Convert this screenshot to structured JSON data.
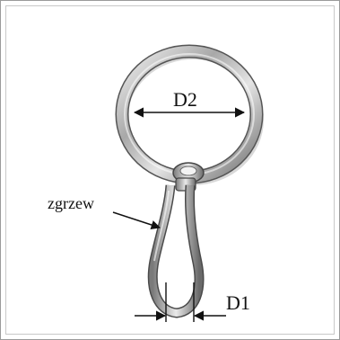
{
  "labels": {
    "d2": "D2",
    "d1": "D1",
    "weld": "zgrzew"
  }
}
